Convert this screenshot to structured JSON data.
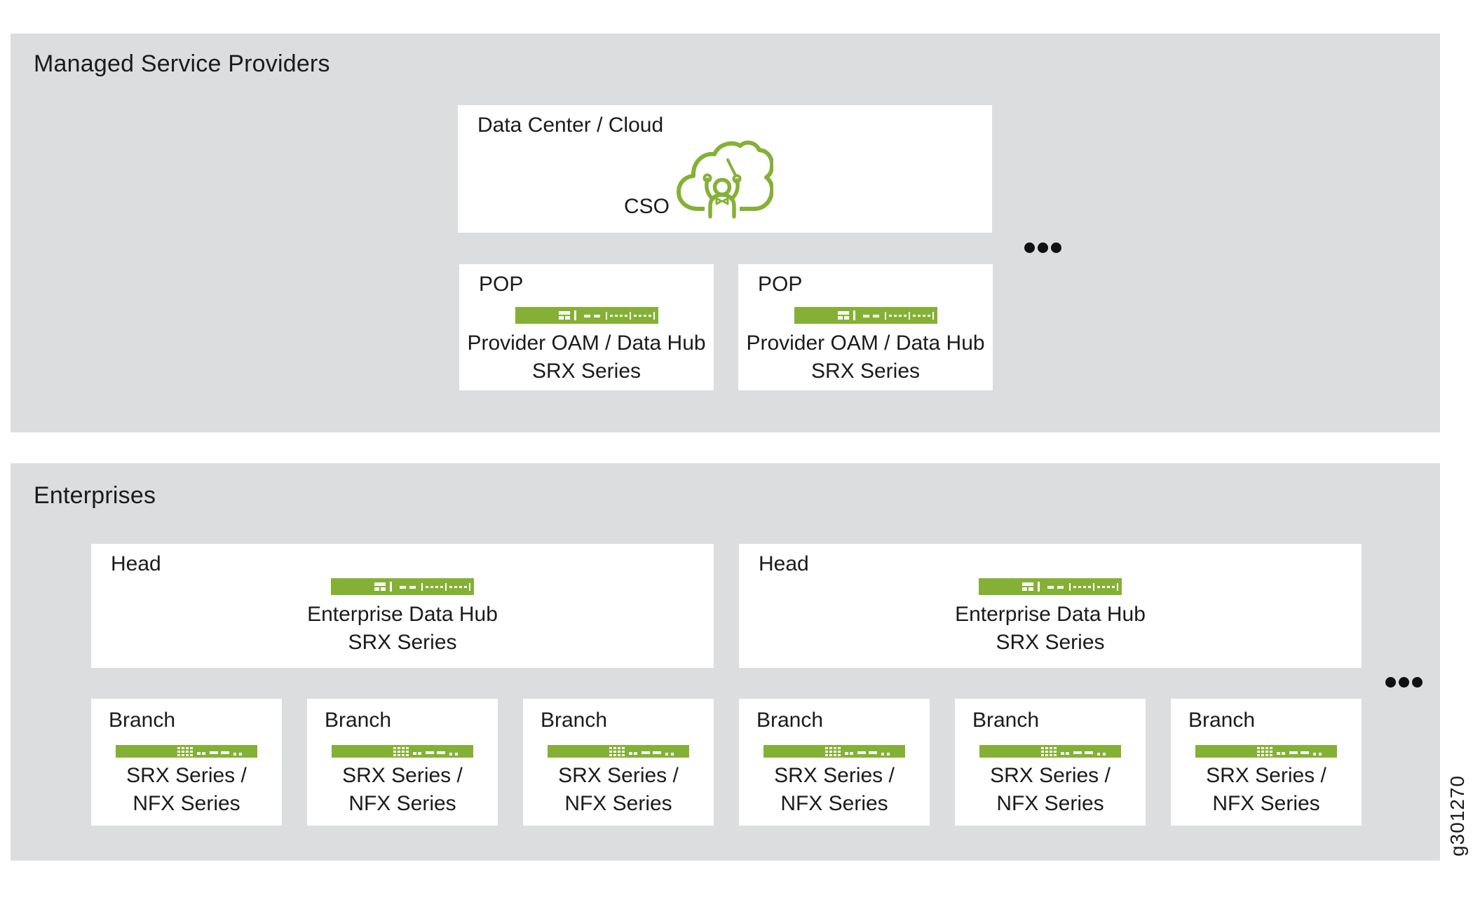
{
  "colors": {
    "accent_green": "#84b135",
    "panel_gray": "#dcddde",
    "box_white": "#ffffff",
    "text_black": "#1b1b1b",
    "dots_black": "#111111"
  },
  "figure_id": "g301270",
  "msp": {
    "title": "Managed Service Providers",
    "data_center": {
      "label": "Data Center / Cloud",
      "cso_label": "CSO",
      "icon": "cso-cloud-conductor-icon"
    },
    "pops": [
      {
        "label": "POP",
        "line1": "Provider OAM / Data Hub",
        "line2": "SRX Series",
        "icon": "srx-rack-appliance-icon"
      },
      {
        "label": "POP",
        "line1": "Provider OAM / Data Hub",
        "line2": "SRX Series",
        "icon": "srx-rack-appliance-icon"
      }
    ],
    "more_indicator": "•••"
  },
  "enterprises": {
    "title": "Enterprises",
    "heads": [
      {
        "label": "Head",
        "line1": "Enterprise Data Hub",
        "line2": "SRX Series",
        "icon": "srx-rack-appliance-icon"
      },
      {
        "label": "Head",
        "line1": "Enterprise Data Hub",
        "line2": "SRX Series",
        "icon": "srx-rack-appliance-icon"
      }
    ],
    "branches": [
      {
        "label": "Branch",
        "line1": "SRX Series /",
        "line2": "NFX Series",
        "icon": "srx-nfx-desktop-appliance-icon"
      },
      {
        "label": "Branch",
        "line1": "SRX Series /",
        "line2": "NFX Series",
        "icon": "srx-nfx-desktop-appliance-icon"
      },
      {
        "label": "Branch",
        "line1": "SRX Series /",
        "line2": "NFX Series",
        "icon": "srx-nfx-desktop-appliance-icon"
      },
      {
        "label": "Branch",
        "line1": "SRX Series /",
        "line2": "NFX Series",
        "icon": "srx-nfx-desktop-appliance-icon"
      },
      {
        "label": "Branch",
        "line1": "SRX Series /",
        "line2": "NFX Series",
        "icon": "srx-nfx-desktop-appliance-icon"
      },
      {
        "label": "Branch",
        "line1": "SRX Series /",
        "line2": "NFX Series",
        "icon": "srx-nfx-desktop-appliance-icon"
      }
    ],
    "more_indicator": "•••"
  }
}
